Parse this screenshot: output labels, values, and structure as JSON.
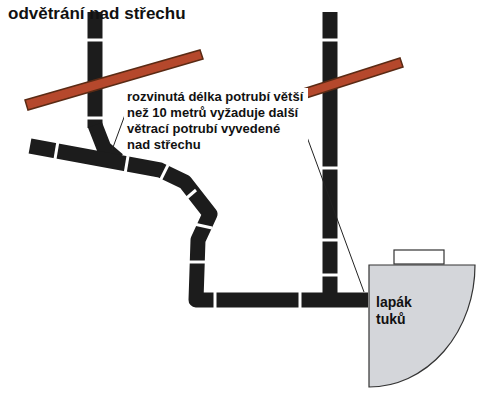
{
  "diagram": {
    "title": "odvětrání nad střechu",
    "nodes": [
      {
        "text": [
          "lapák tuků"
        ]
      }
    ],
    "labels": [
      "rozvinutá délka potrubí větší než 10 metrů vyžaduje další větrací potrubí vyvedené nad střechu"
    ]
  }
}
